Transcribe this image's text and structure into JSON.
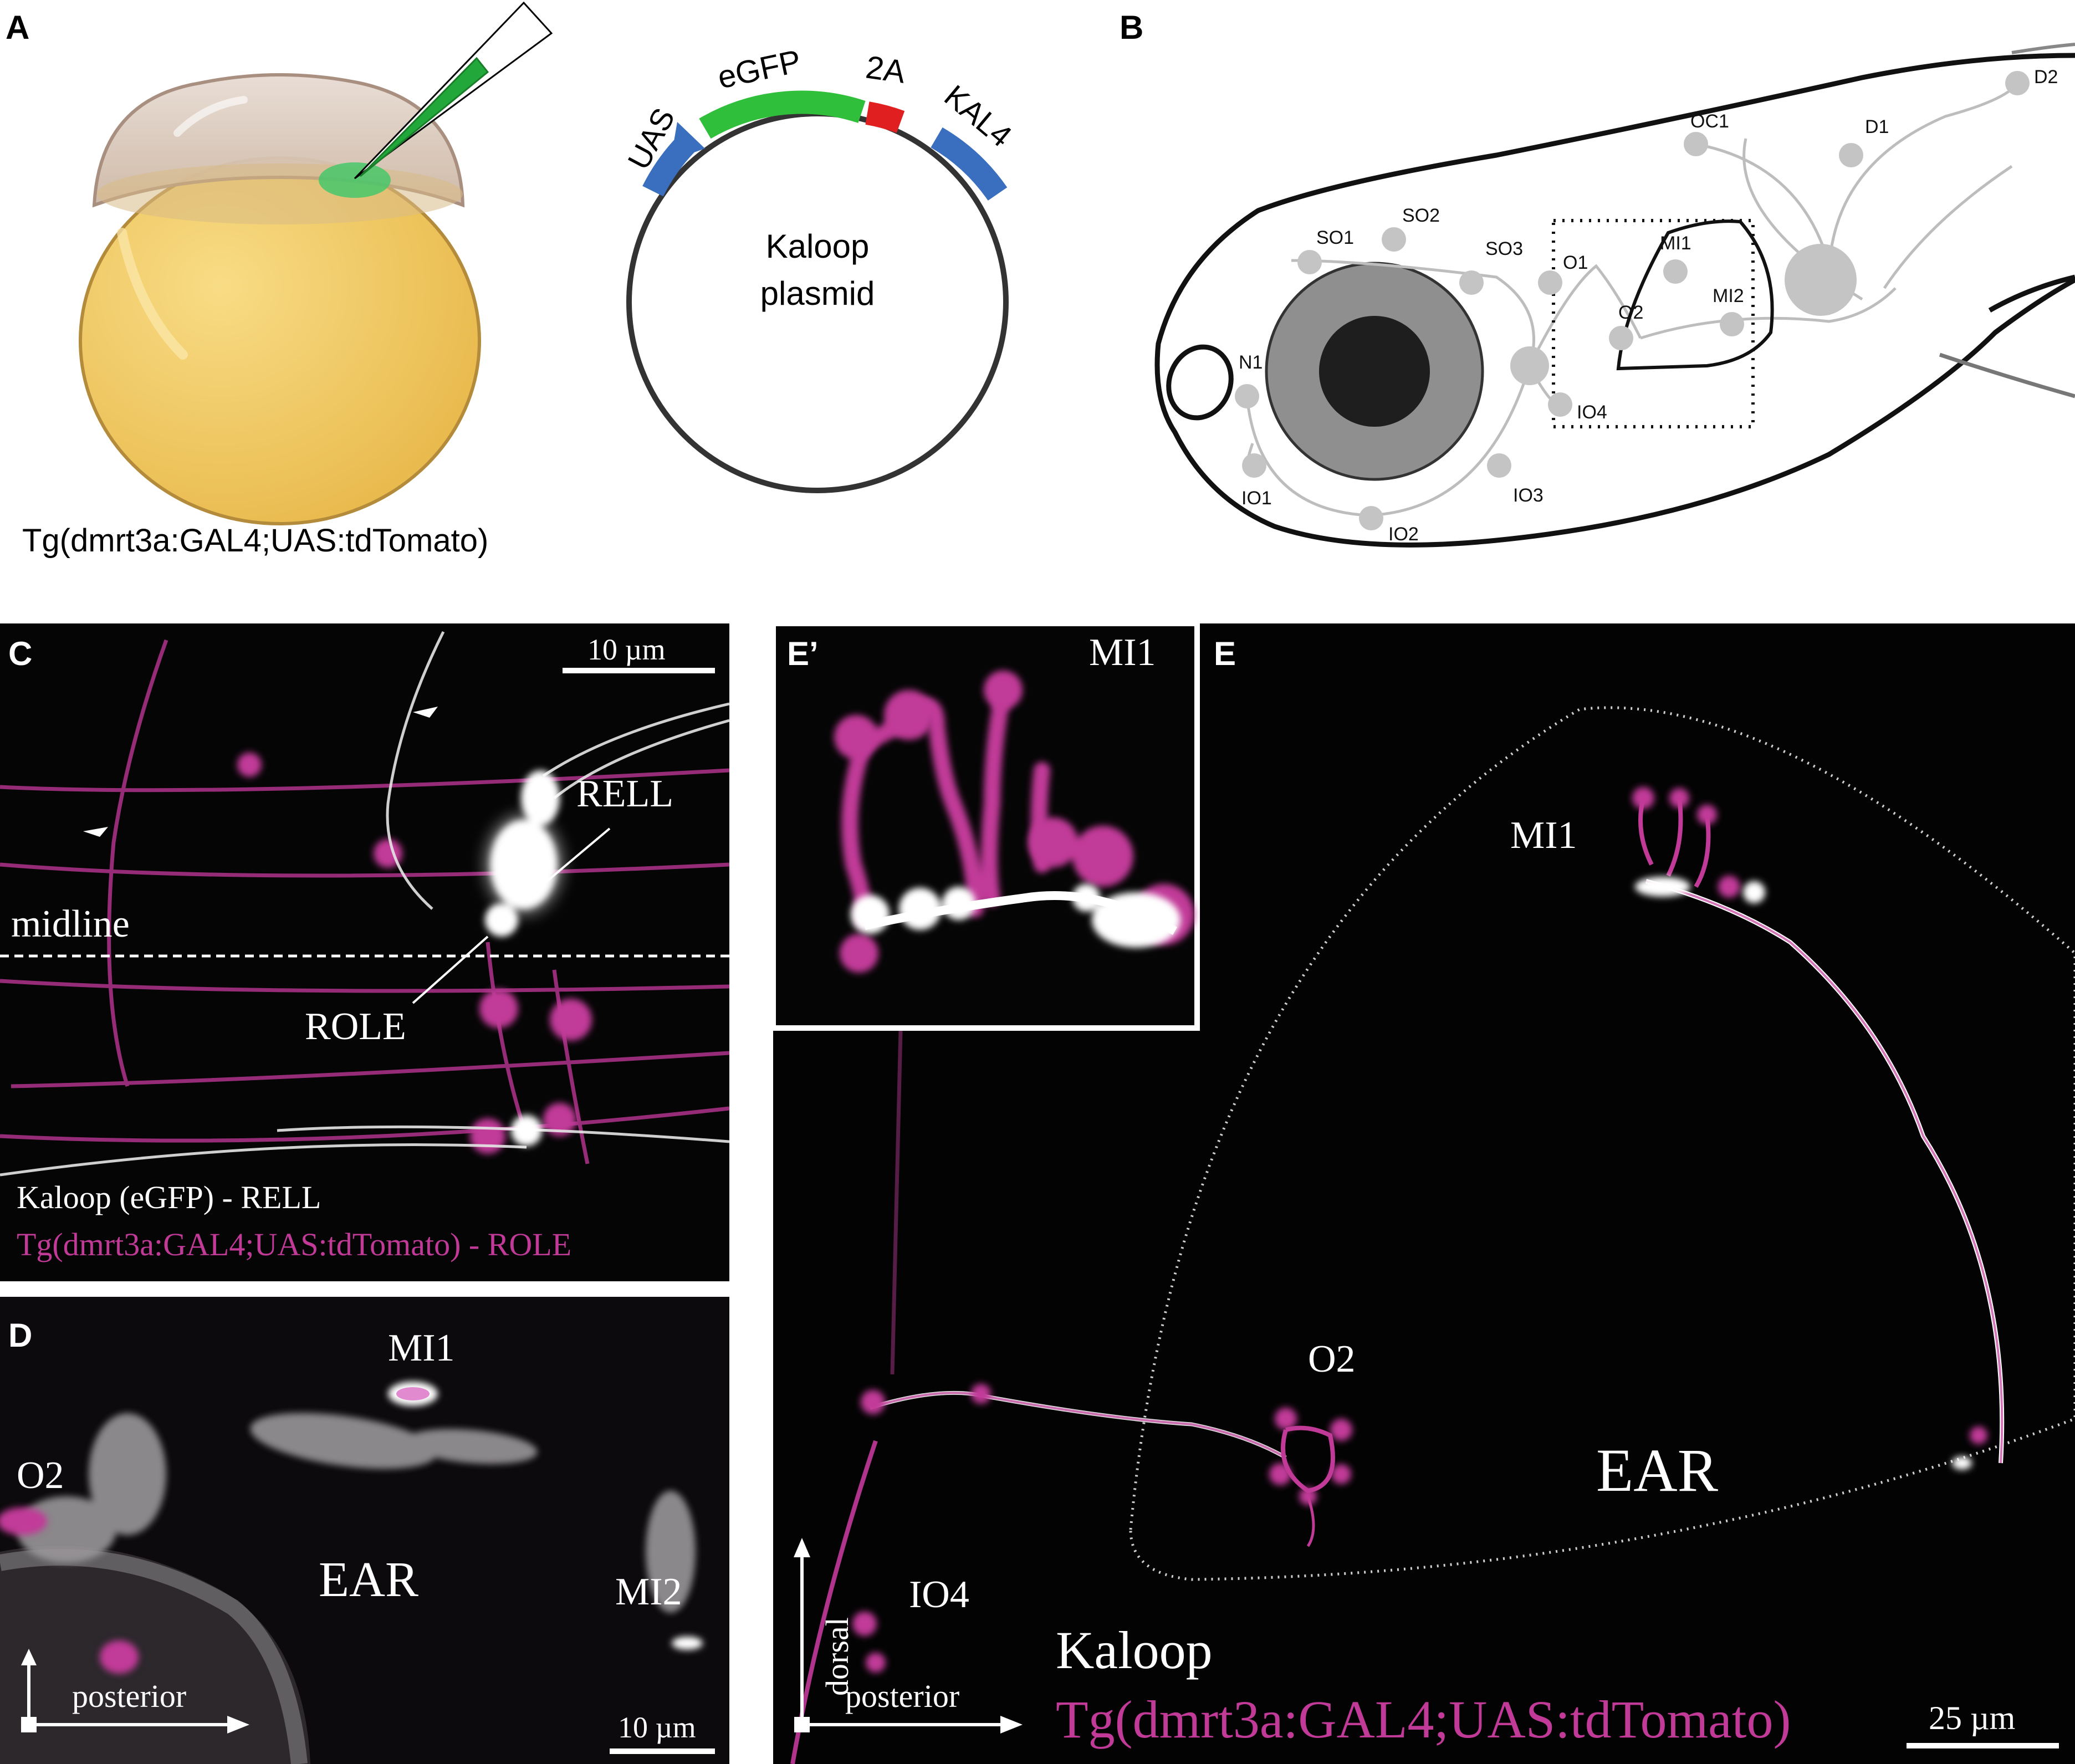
{
  "panels": {
    "A": {
      "label": "A",
      "embryo_caption": "Tg(dmrt3a:GAL4;UAS:tdTomato)",
      "plasmid": {
        "name_line1": "Kaloop",
        "name_line2": "plasmid",
        "uas": "UAS",
        "egfp": "eGFP",
        "t2a": "2A",
        "kal4": "KAL4"
      },
      "colors": {
        "yolk": "#f2c75c",
        "cell": "#d9c7b8",
        "needle": "#22a83a",
        "uas": "#3a6fbf",
        "egfp": "#2fbf3a",
        "t2a": "#e02020",
        "kal4": "#3a6fbf"
      }
    },
    "B": {
      "label": "B",
      "neuromasts": {
        "SO1": "SO1",
        "SO2": "SO2",
        "SO3": "SO3",
        "O1": "O1",
        "MI1": "MI1",
        "O2": "O2",
        "MI2": "MI2",
        "N1": "N1",
        "IO1": "IO1",
        "IO2": "IO2",
        "IO3": "IO3",
        "IO4": "IO4",
        "OC1": "OC1",
        "D1": "D1",
        "D2": "D2"
      }
    },
    "C": {
      "label": "C",
      "scale": "10 µm",
      "midline": "midline",
      "rell": "RELL",
      "role": "ROLE",
      "legend_white": "Kaloop (eGFP) - RELL",
      "legend_magenta": "Tg(dmrt3a:GAL4;UAS:tdTomato) - ROLE"
    },
    "D": {
      "label": "D",
      "mi1": "MI1",
      "o2": "O2",
      "ear": "EAR",
      "mi2": "MI2",
      "axis": "posterior",
      "scale": "10 µm"
    },
    "Eprime": {
      "label": "E’",
      "mi1": "MI1"
    },
    "E": {
      "label": "E",
      "mi1": "MI1",
      "o2": "O2",
      "ear": "EAR",
      "io4": "IO4",
      "axis_h": "posterior",
      "axis_v": "dorsal",
      "legend_white": "Kaloop",
      "legend_magenta": "Tg(dmrt3a:GAL4;UAS:tdTomato)",
      "scale": "25 µm"
    }
  },
  "colors": {
    "magenta": "#c9359f",
    "background": "#050505",
    "gray_node": "#c4c4c4"
  }
}
